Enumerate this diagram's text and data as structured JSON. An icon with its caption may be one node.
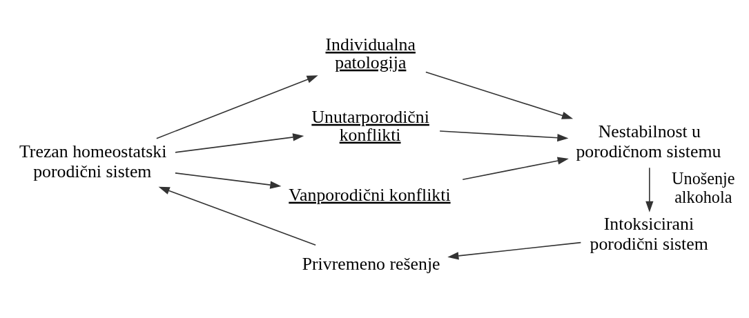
{
  "diagram": {
    "nodes": [
      {
        "text": [
          "Trezan homeostatski porodični sistem"
        ]
      },
      {
        "text": [
          "Individualna patologija"
        ]
      },
      {
        "text": [
          "Unutarporodični konflikti"
        ]
      },
      {
        "text": [
          "Vanporodični konflikti"
        ]
      },
      {
        "text": [
          "Nestabilnost u porodičnom sistemu"
        ]
      },
      {
        "text": [
          "Intoksicirani porodični sistem"
        ]
      },
      {
        "text": [
          "Privremeno rešenje"
        ]
      }
    ],
    "edges": [
      {
        "from": 0,
        "to": 1,
        "arrow": "to"
      },
      {
        "from": 0,
        "to": 2,
        "arrow": "to"
      },
      {
        "from": 0,
        "to": 3,
        "arrow": "to"
      },
      {
        "from": 1,
        "to": 4,
        "arrow": "to"
      },
      {
        "from": 2,
        "to": 4,
        "arrow": "to"
      },
      {
        "from": 3,
        "to": 4,
        "arrow": "to"
      },
      {
        "from": 4,
        "to": 5,
        "arrow": "to",
        "label": "Unošenje alkohola"
      },
      {
        "from": 5,
        "to": 6,
        "arrow": "to"
      },
      {
        "from": 6,
        "to": 0,
        "arrow": "to"
      }
    ]
  }
}
